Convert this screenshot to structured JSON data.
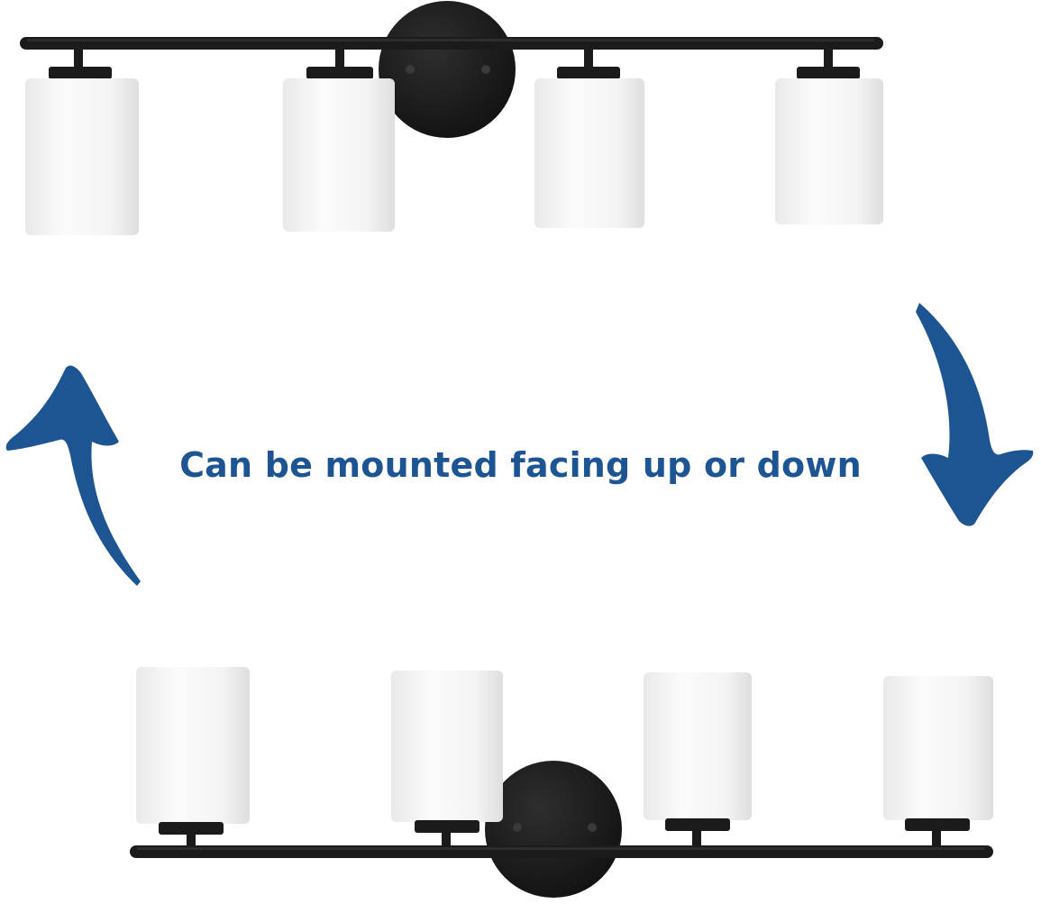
{
  "caption": {
    "text": "Can be mounted facing up or down",
    "color": "#1d5593"
  },
  "colors": {
    "metal": "#1b1b1b",
    "metal_highlight": "#3a3a3a",
    "glass": "#f7f7f7",
    "glass_shadow": "#dcdcdc",
    "arrow": "#1d5593"
  },
  "fixtures": [
    {
      "orientation": "up",
      "shade_count": 4
    },
    {
      "orientation": "down",
      "shade_count": 4
    }
  ],
  "arrows": [
    {
      "direction": "up",
      "side": "left",
      "icon": "curved-arrow-up-icon"
    },
    {
      "direction": "down",
      "side": "right",
      "icon": "curved-arrow-down-icon"
    }
  ]
}
